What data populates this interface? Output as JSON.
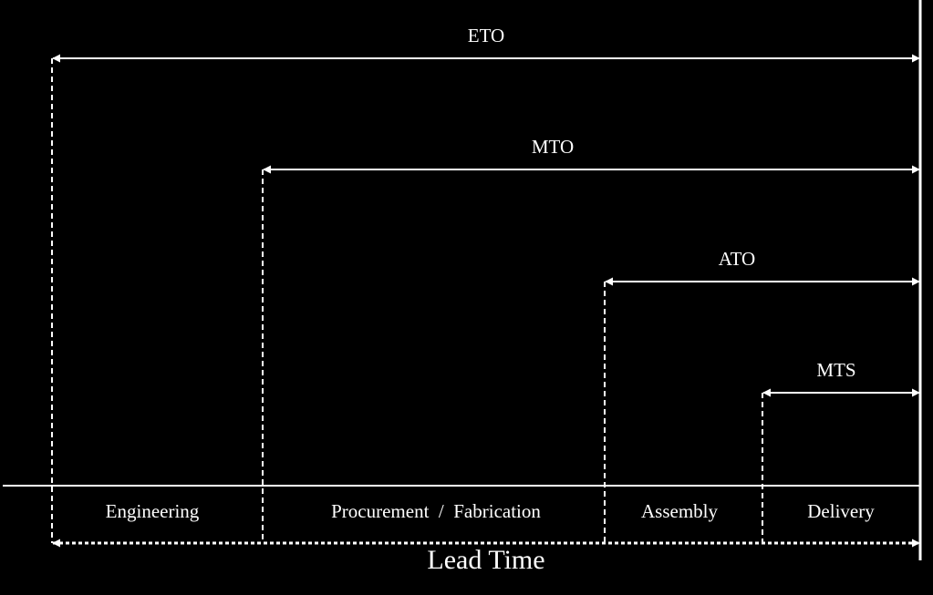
{
  "colors": {
    "background": "#000000",
    "foreground": "#ffffff"
  },
  "strategies": [
    {
      "label": "ETO"
    },
    {
      "label": "MTO"
    },
    {
      "label": "ATO"
    },
    {
      "label": "MTS"
    }
  ],
  "phases": [
    {
      "label": "Engineering"
    },
    {
      "label": "Procurement  /  Fabrication"
    },
    {
      "label": "Assembly"
    },
    {
      "label": "Delivery"
    }
  ],
  "lead_time_label": "Lead Time"
}
